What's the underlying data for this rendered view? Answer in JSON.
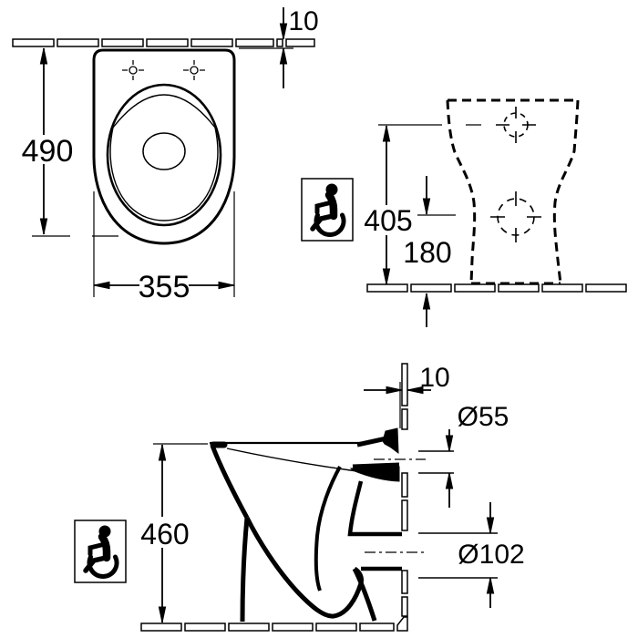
{
  "views": {
    "top": {
      "gap": "10",
      "depth": "490",
      "width": "355"
    },
    "rear": {
      "inlet_height": "405",
      "outlet_height": "180"
    },
    "side": {
      "wall": "10",
      "inlet_dia": "Ø55",
      "outlet_dia": "Ø102",
      "height": "460"
    }
  },
  "icons": {
    "accessibility": "wheelchair-accessibility-icon"
  },
  "colors": {
    "line": "#000000",
    "background": "#ffffff"
  }
}
